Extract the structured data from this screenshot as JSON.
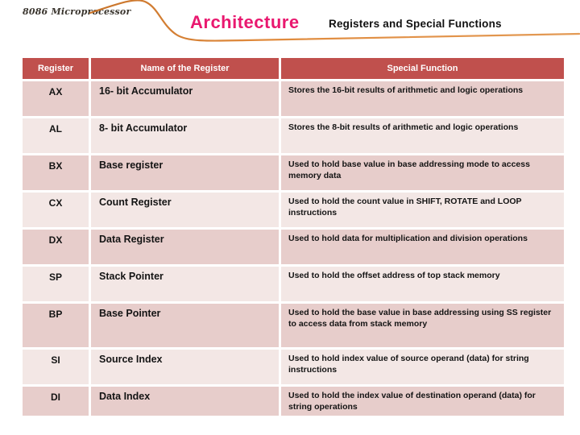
{
  "slide": {
    "brand": "8086 Microprocessor",
    "title": "Architecture",
    "subtitle": "Registers and Special Functions"
  },
  "colors": {
    "title_accent": "#e9186f",
    "swoosh_orange": "#dd8436",
    "table_header_bg": "#c0504d",
    "table_header_text": "#ffffff",
    "row_band_dark": "#e7cdcb",
    "row_band_light": "#f3e7e5",
    "body_text": "#141414"
  },
  "table": {
    "columns": [
      "Register",
      "Name of the Register",
      "Special Function"
    ],
    "rows": [
      {
        "register": "AX",
        "name": "16- bit Accumulator",
        "function": "Stores the 16-bit results of arithmetic and logic operations"
      },
      {
        "register": "AL",
        "name": "8- bit Accumulator",
        "function": "Stores the 8-bit results of arithmetic and logic operations"
      },
      {
        "register": "BX",
        "name": "Base register",
        "function": "Used to hold base value in base addressing mode to access memory data"
      },
      {
        "register": "CX",
        "name": "Count Register",
        "function": "Used to hold the count value in SHIFT, ROTATE and LOOP instructions"
      },
      {
        "register": "DX",
        "name": "Data Register",
        "function": "Used to hold data for multiplication and division operations"
      },
      {
        "register": "SP",
        "name": "Stack Pointer",
        "function": "Used to hold the offset address of top stack memory"
      },
      {
        "register": "BP",
        "name": "Base Pointer",
        "function": "Used to hold the base value in base addressing using SS register to access data from stack memory"
      },
      {
        "register": "SI",
        "name": "Source Index",
        "function": "Used to hold index value of source operand (data) for string instructions"
      },
      {
        "register": "DI",
        "name": "Data Index",
        "function": "Used to hold the index value of destination operand (data) for string operations"
      }
    ]
  }
}
